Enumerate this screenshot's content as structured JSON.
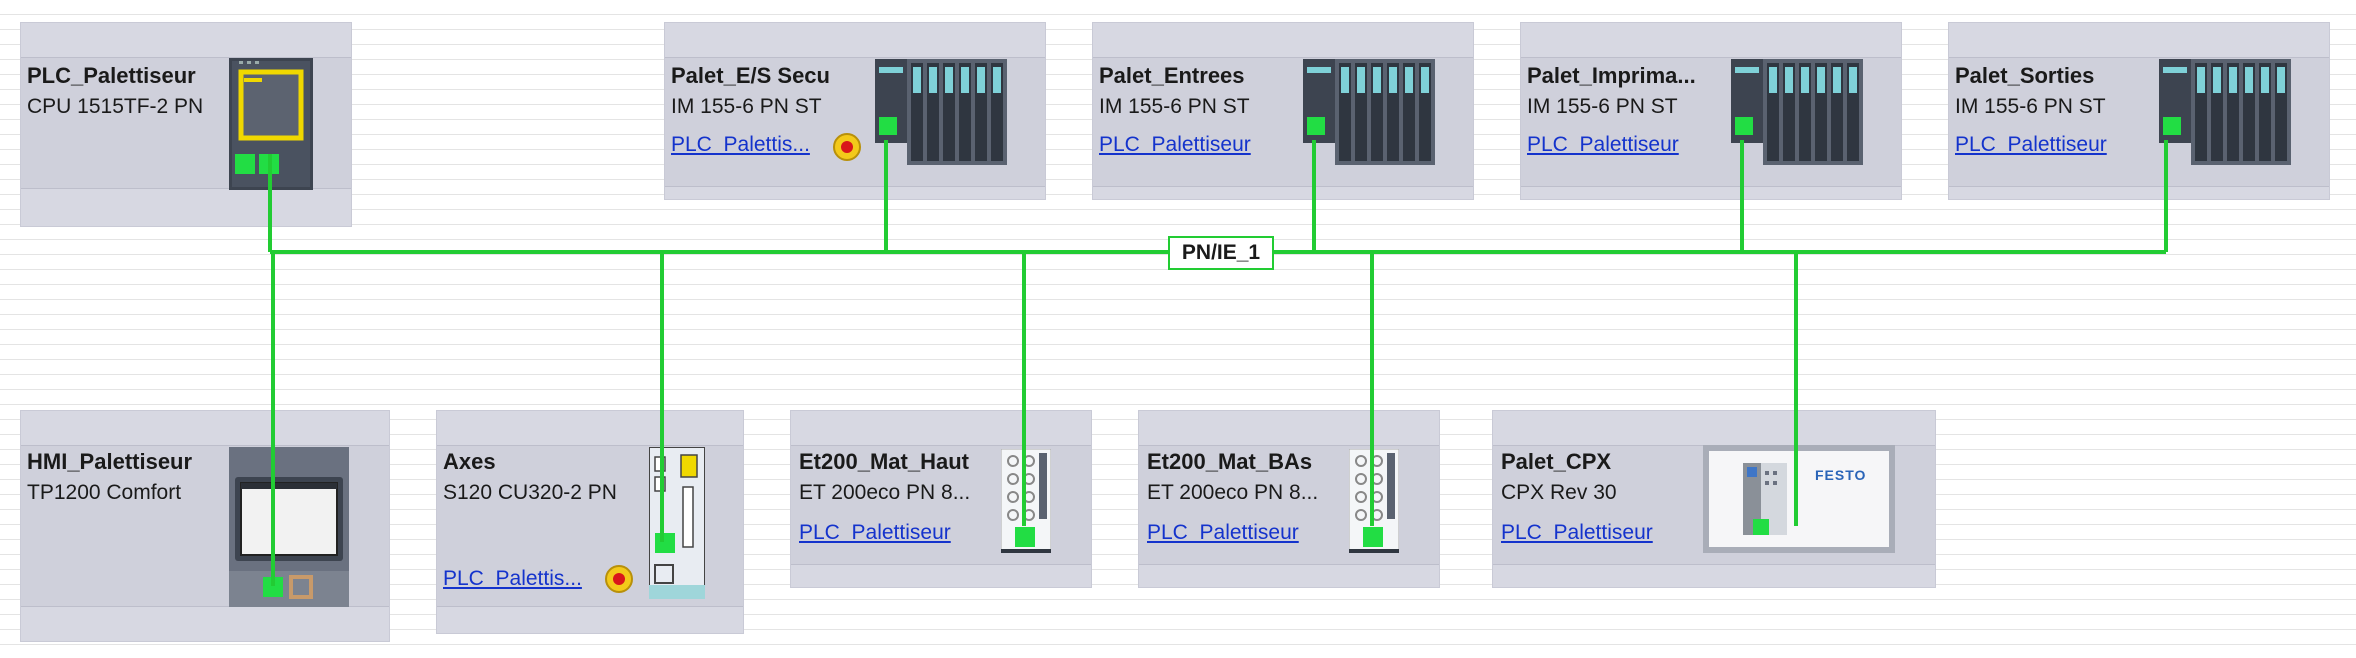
{
  "network": {
    "label": "PN/IE_1",
    "color": "#22cc33"
  },
  "devices": [
    {
      "name": "PLC_Palettiseur",
      "type": "CPU 1515TF-2 PN",
      "link": ""
    },
    {
      "name": "Palet_E/S Secu",
      "type": "IM 155-6 PN ST",
      "link": "PLC_Palettis..."
    },
    {
      "name": "Palet_Entrees",
      "type": "IM 155-6 PN ST",
      "link": "PLC_Palettiseur"
    },
    {
      "name": "Palet_Imprima...",
      "type": "IM 155-6 PN ST",
      "link": "PLC_Palettiseur"
    },
    {
      "name": "Palet_Sorties",
      "type": "IM 155-6 PN ST",
      "link": "PLC_Palettiseur"
    },
    {
      "name": "HMI_Palettiseur",
      "type": "TP1200 Comfort",
      "link": ""
    },
    {
      "name": "Axes",
      "type": "S120 CU320-2 PN",
      "link": "PLC_Palettis..."
    },
    {
      "name": "Et200_Mat_Haut",
      "type": "ET 200eco PN 8...",
      "link": "PLC_Palettiseur"
    },
    {
      "name": "Et200_Mat_BAs",
      "type": "ET 200eco PN 8...",
      "link": "PLC_Palettiseur"
    },
    {
      "name": "Palet_CPX",
      "type": "CPX Rev 30",
      "link": "PLC_Palettiseur",
      "brand": "FESTO"
    }
  ]
}
